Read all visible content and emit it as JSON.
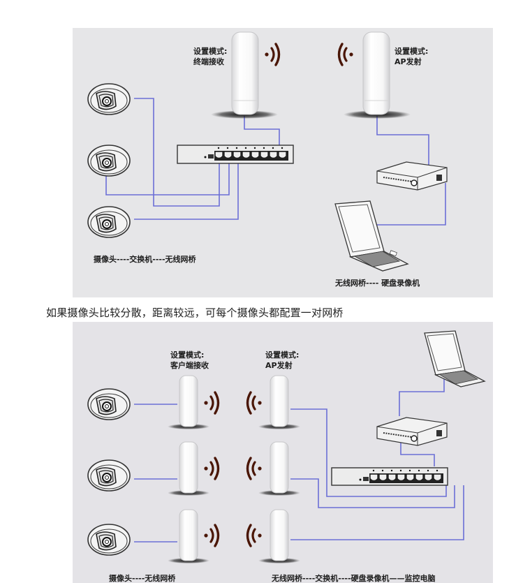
{
  "caption": "如果摄像头比较分散，距离较远，可每个摄像头都配置一对网桥",
  "diagram1": {
    "bridge_left": {
      "mode_label": "设置模式:",
      "mode_value": "终端接收"
    },
    "bridge_right": {
      "mode_label": "设置模式:",
      "mode_value": "AP发射"
    },
    "camera_count": 3,
    "switch_ports": 8,
    "chain_left": "摄像头----交换机----无线网桥",
    "chain_right": "无线网桥---- 硬盘录像机"
  },
  "diagram2": {
    "client_bridge": {
      "mode_label": "设置模式:",
      "mode_value": "客户端接收"
    },
    "ap_bridge": {
      "mode_label": "设置模式:",
      "mode_value": "AP发射"
    },
    "camera_count": 3,
    "switch_ports": 8,
    "chain_left": "摄像头----无线网桥",
    "chain_right": "无线网桥----交换机----硬盘录像机——监控电脑"
  },
  "colors": {
    "cable": "#6b6fd6",
    "signal": "#5a1a08",
    "text": "#1d1d1d"
  }
}
